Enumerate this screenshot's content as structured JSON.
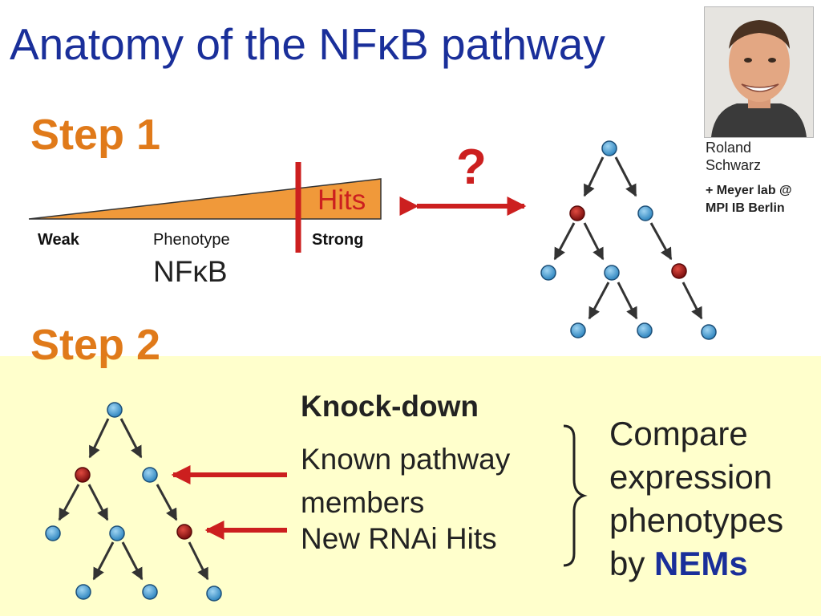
{
  "title": "Anatomy of the NFκB pathway",
  "step1": {
    "label": "Step 1",
    "hits_label": "Hits",
    "weak_label": "Weak",
    "phenotype_label": "Phenotype",
    "nfkb_label": "NFκB",
    "strong_label": "Strong",
    "question_mark": "?"
  },
  "step2": {
    "label": "Step 2",
    "knockdown": "Knock-down",
    "known_members": "Known pathway members",
    "new_hits": "New RNAi Hits",
    "compare_text": "Compare expression phenotypes by",
    "nems": "NEMs"
  },
  "credit": {
    "name": "Roland Schwarz",
    "affiliation": "+ Meyer lab @ MPI IB Berlin"
  },
  "colors": {
    "title_blue": "#1a2f9a",
    "step_orange": "#e07a1a",
    "wedge_orange": "#f0993a",
    "accent_red": "#cc1f1f",
    "node_blue": "#4aa3d6",
    "node_red": "#a01818",
    "panel_yellow": "#ffffcc"
  }
}
